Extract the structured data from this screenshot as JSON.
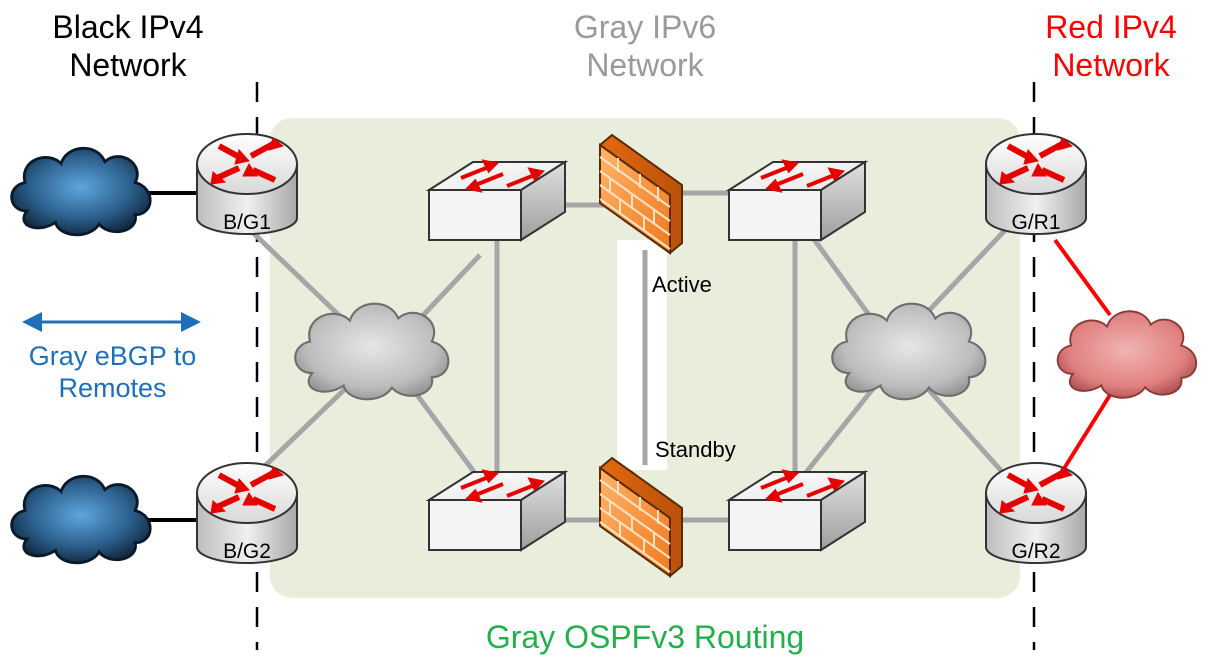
{
  "titles": {
    "black": {
      "line1": "Black IPv4",
      "line2": "Network"
    },
    "gray": {
      "line1": "Gray IPv6",
      "line2": "Network"
    },
    "red": {
      "line1": "Red IPv4",
      "line2": "Network"
    }
  },
  "labels": {
    "ebgp": {
      "line1": "Gray eBGP to",
      "line2": "Remotes"
    },
    "ospf": "Gray OSPFv3 Routing",
    "active": "Active",
    "standby": "Standby"
  },
  "routers": {
    "bg1": "B/G1",
    "bg2": "B/G2",
    "gr1": "G/R1",
    "gr2": "G/R2"
  },
  "colors": {
    "black_network": "#000000",
    "gray_network": "#9a9a9a",
    "red_network": "#ff0000",
    "ebgp": "#1f6fb8",
    "ospf": "#22b04c",
    "ospf_area": "#e9eedc",
    "link_gray": "#a6a6a6",
    "link_red": "#ff0000"
  },
  "icons": [
    "router-icon",
    "switch-icon",
    "firewall-icon",
    "cloud-icon"
  ]
}
